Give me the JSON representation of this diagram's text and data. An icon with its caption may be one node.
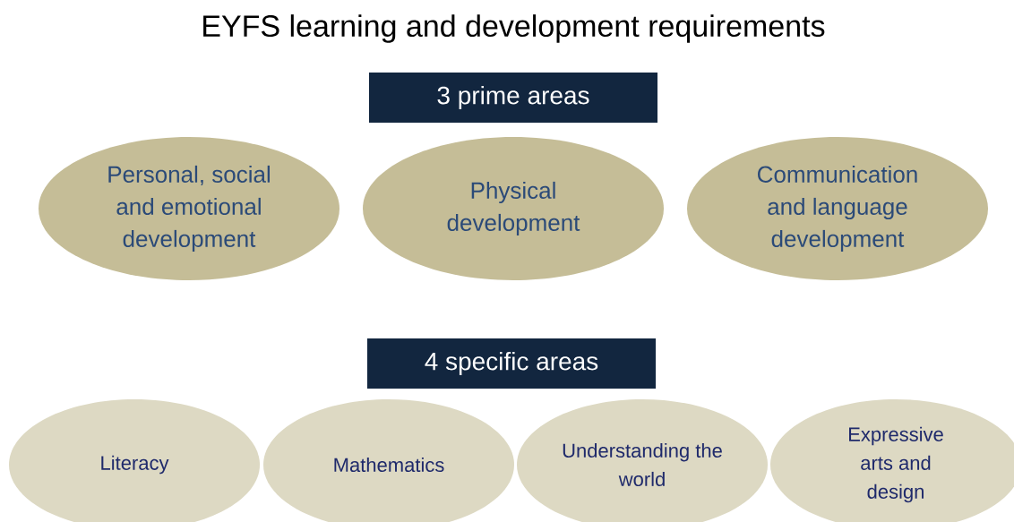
{
  "diagram": {
    "title": "EYFS learning and development requirements",
    "nodes": [
      {
        "text": [
          "3 prime areas"
        ]
      },
      {
        "text": [
          "Personal, social and emotional development"
        ]
      },
      {
        "text": [
          "Physical development"
        ]
      },
      {
        "text": [
          "Communication and language development"
        ]
      },
      {
        "text": [
          "4 specific areas"
        ]
      },
      {
        "text": [
          "Literacy"
        ]
      },
      {
        "text": [
          "Mathematics"
        ]
      },
      {
        "text": [
          "Understanding the world"
        ]
      },
      {
        "text": [
          "Expressive arts and design"
        ]
      }
    ],
    "edges": []
  }
}
